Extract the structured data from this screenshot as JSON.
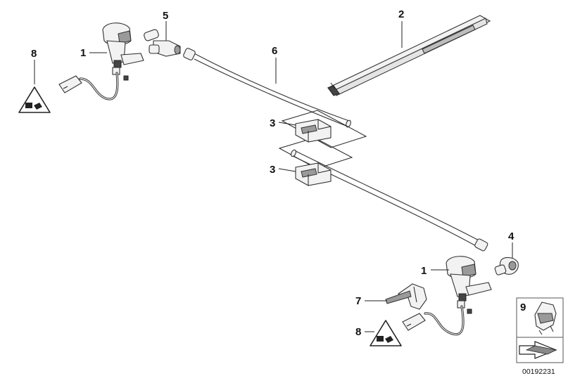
{
  "diagram": {
    "labels": {
      "nozzle_left": "1",
      "nozzle_right": "1",
      "wiper_strip": "2",
      "clip_upper": "3",
      "clip_lower": "3",
      "connector_right": "4",
      "t_connector": "5",
      "hose": "6",
      "clamp": "7",
      "warning_left": "8",
      "warning_right": "8",
      "inset": "9"
    },
    "reference": "00192231"
  }
}
